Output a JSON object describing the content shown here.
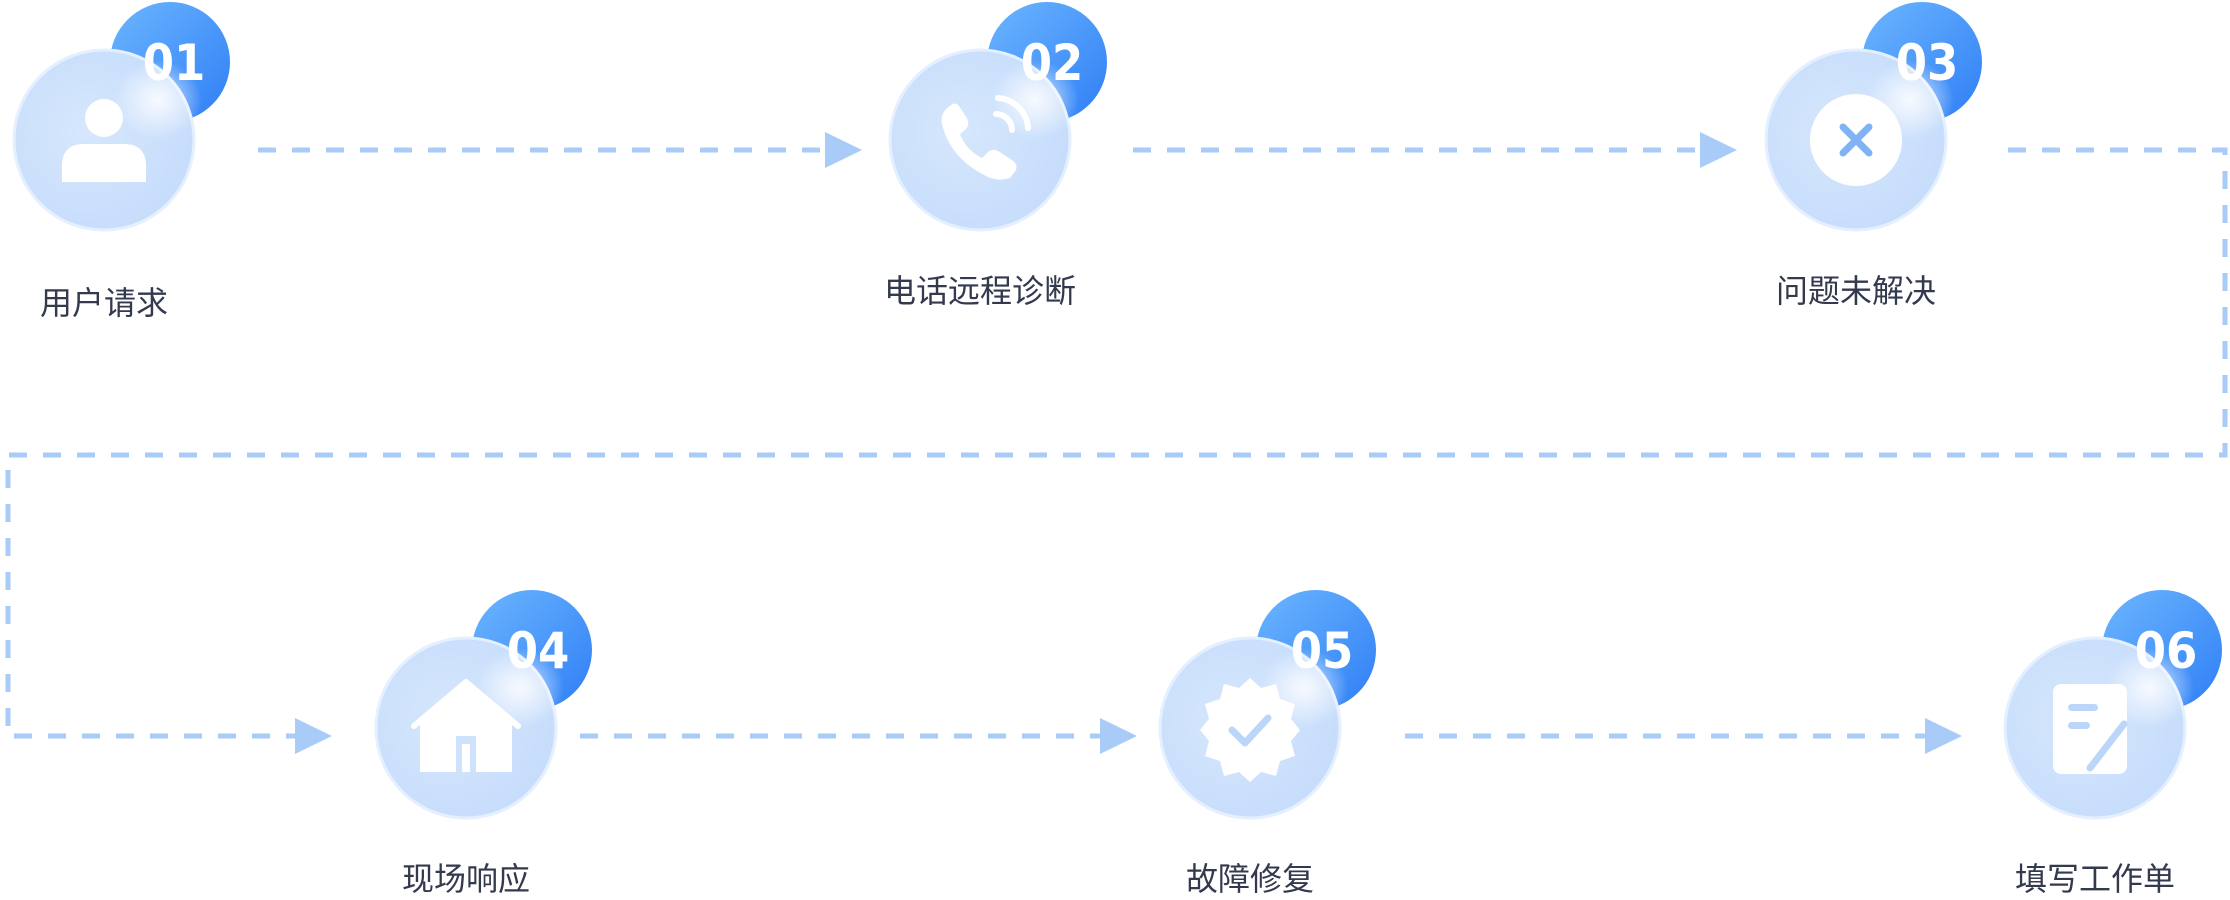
{
  "colors": {
    "connector": "#a9cbf7",
    "badge_top": "#5eaefc",
    "badge_bottom": "#2f7df4",
    "circle_fill": "#cfe2fc",
    "icon": "#ffffff",
    "label_text": "#333a4d"
  },
  "steps": [
    {
      "number": "01",
      "label": "用户请求",
      "icon": "user-icon"
    },
    {
      "number": "02",
      "label": "电话远程诊断",
      "icon": "phone-call-icon"
    },
    {
      "number": "03",
      "label": "问题未解决",
      "icon": "close-icon"
    },
    {
      "number": "04",
      "label": "现场响应",
      "icon": "home-icon"
    },
    {
      "number": "05",
      "label": "故障修复",
      "icon": "verified-badge-icon"
    },
    {
      "number": "06",
      "label": "填写工作单",
      "icon": "document-edit-icon"
    }
  ]
}
